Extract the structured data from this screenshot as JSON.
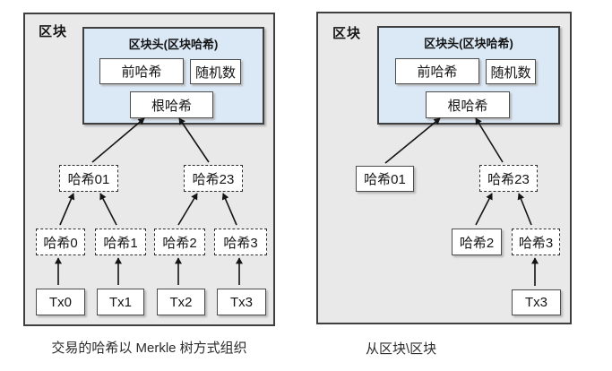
{
  "colors": {
    "panel_bg": "#e9e9e9",
    "panel_border": "#3f3f3f",
    "header_bg": "#dbe9f7",
    "box_bg": "#ffffff",
    "box_border": "#4c4c4c",
    "text": "#141414",
    "arrow": "#141414"
  },
  "panels": {
    "left": {
      "block_label": "区块",
      "header": {
        "title": "区块头(区块哈希)",
        "prev_hash": "前哈希",
        "nonce": "随机数",
        "root_hash": "根哈希"
      },
      "nodes": {
        "hash01": "哈希01",
        "hash23": "哈希23",
        "hash0": "哈希0",
        "hash1": "哈希1",
        "hash2": "哈希2",
        "hash3": "哈希3",
        "tx0": "Tx0",
        "tx1": "Tx1",
        "tx2": "Tx2",
        "tx3": "Tx3"
      },
      "caption": "交易的哈希以 Merkle 树方式组织"
    },
    "right": {
      "block_label": "区块",
      "header": {
        "title": "区块头(区块哈希)",
        "prev_hash": "前哈希",
        "nonce": "随机数",
        "root_hash": "根哈希"
      },
      "nodes": {
        "hash01": "哈希01",
        "hash23": "哈希23",
        "hash2": "哈希2",
        "hash3": "哈希3",
        "tx3": "Tx3"
      },
      "caption": "从区块\\区块"
    }
  }
}
